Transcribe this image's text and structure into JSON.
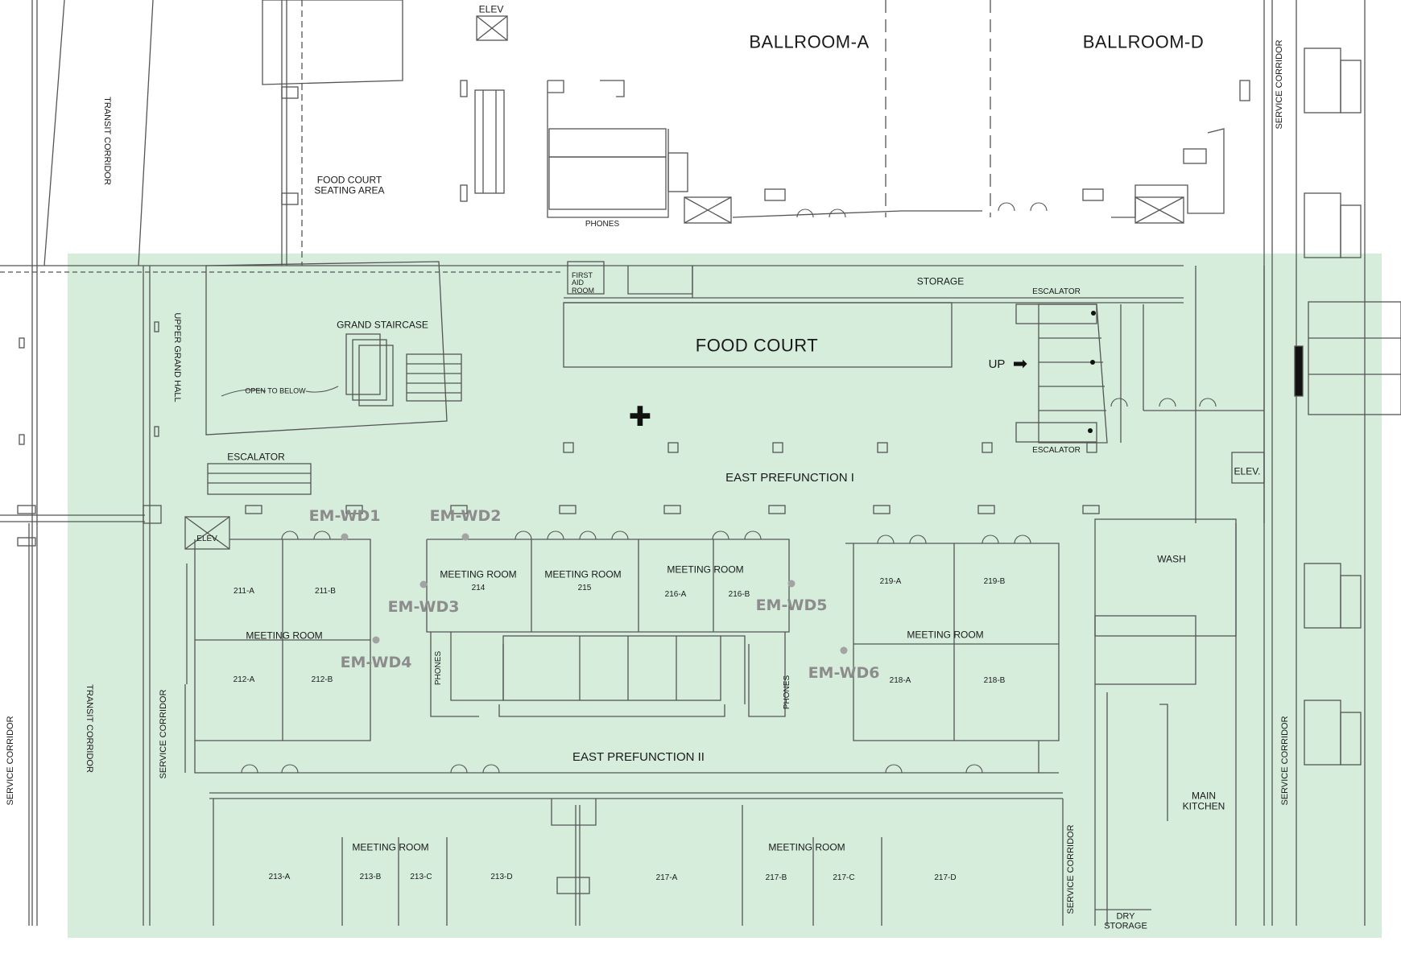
{
  "colors": {
    "highlight": "#d6eddc",
    "line": "#555555",
    "marker": "#a3a3a3",
    "marker_text": "#8c8c8c"
  },
  "labels": {
    "elev_top": "ELEV",
    "ballroom_a": "BALLROOM-A",
    "ballroom_d": "BALLROOM-D",
    "service_corridor_top_right": "SERVICE CORRIDOR",
    "transit_corridor_top": "TRANSIT CORRIDOR",
    "food_court_seating": "FOOD COURT\nSEATING AREA",
    "phones_top": "PHONES",
    "first_aid": "FIRST\nAID\nROOM",
    "storage": "STORAGE",
    "escalator_top": "ESCALATOR",
    "food_court": "FOOD COURT",
    "up": "UP",
    "grand_staircase": "GRAND STAIRCASE",
    "open_to_below": "OPEN TO BELOW",
    "upper_grand_hall": "UPPER GRAND HALL",
    "escalator_left": "ESCALATOR",
    "escalator_bottom": "ESCALATOR",
    "east_prefunction_1": "EAST PREFUNCTION I",
    "elev_right": "ELEV.",
    "elev_left": "ELEV.",
    "wash": "WASH",
    "meeting_room_211": "MEETING ROOM",
    "r211a": "211-A",
    "r211b": "211-B",
    "r212a": "212-A",
    "r212b": "212-B",
    "meeting_room_214": "MEETING ROOM",
    "r214": "214",
    "meeting_room_215": "MEETING ROOM",
    "r215": "215",
    "meeting_room_216": "MEETING ROOM",
    "r216a": "216-A",
    "r216b": "216-B",
    "meeting_room_219": "MEETING ROOM",
    "r219a": "219-A",
    "r219b": "219-B",
    "r218a": "218-A",
    "r218b": "218-B",
    "phones_left": "PHONES",
    "phones_right": "PHONES",
    "east_prefunction_2": "EAST PREFUNCTION II",
    "meeting_room_213": "MEETING ROOM",
    "r213a": "213-A",
    "r213b": "213-B",
    "r213c": "213-C",
    "r213d": "213-D",
    "meeting_room_217": "MEETING ROOM",
    "r217a": "217-A",
    "r217b": "217-B",
    "r217c": "217-C",
    "r217d": "217-D",
    "main_kitchen": "MAIN\nKITCHEN",
    "dry_storage": "DRY\nSTORAGE",
    "service_corridor_left": "SERVICE CORRIDOR",
    "service_corridor_inner": "SERVICE CORRIDOR",
    "service_corridor_kitchen": "SERVICE CORRIDOR",
    "service_corridor_right": "SERVICE CORRIDOR",
    "transit_corridor_bottom": "TRANSIT CORRIDOR"
  },
  "markers": {
    "wd1": "EM-WD1",
    "wd2": "EM-WD2",
    "wd3": "EM-WD3",
    "wd4": "EM-WD4",
    "wd5": "EM-WD5",
    "wd6": "EM-WD6"
  }
}
